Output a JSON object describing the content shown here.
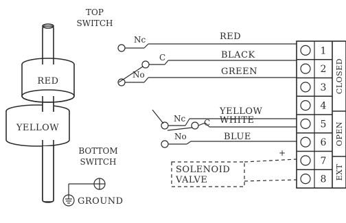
{
  "switches": {
    "top_line1": "TOP",
    "top_line2": "SWITCH",
    "bottom_line1": "BOTTOM",
    "bottom_line2": "SWITCH",
    "red_float": "RED",
    "yellow_float": "YELLOW"
  },
  "contacts": {
    "top_nc": "Nc",
    "top_c": "C",
    "top_no": "No",
    "bottom_nc": "Nc",
    "bottom_c": "C",
    "bottom_no": "No"
  },
  "wires": [
    "RED",
    "BLACK",
    "GREEN",
    "YELLOW",
    "WHITE",
    "BLUE"
  ],
  "terminals": [
    "1",
    "2",
    "3",
    "4",
    "5",
    "6",
    "7",
    "8"
  ],
  "groups": {
    "closed": "CLOSED",
    "open": "OPEN",
    "ext": "EXT"
  },
  "solenoid": {
    "line1": "SOLENOID",
    "line2": "VALVE",
    "plus": "+"
  },
  "ground": "GROUND"
}
